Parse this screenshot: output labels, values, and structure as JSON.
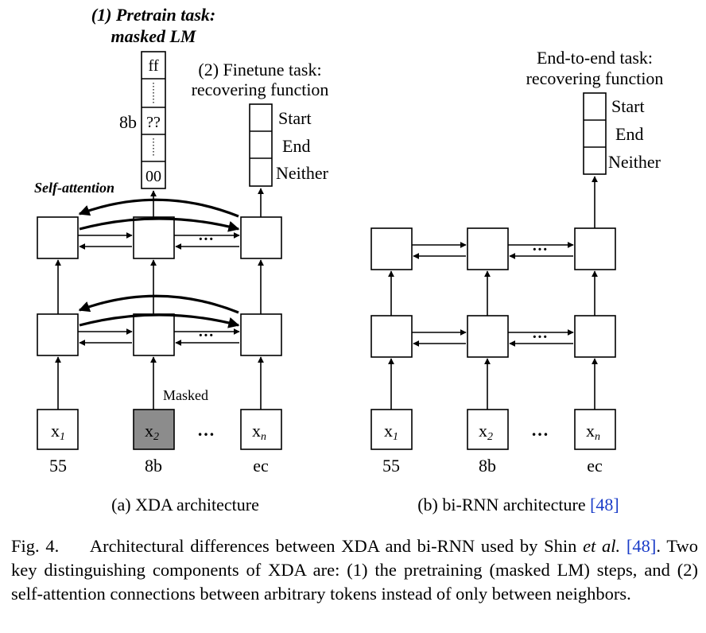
{
  "figure": {
    "panel_a": {
      "pretrain_title_line1": "(1) Pretrain task:",
      "pretrain_title_line2": "masked LM",
      "output_cells": [
        "ff",
        "??",
        "00"
      ],
      "byte_label": "8b",
      "finetune_line1": "(2) Finetune task:",
      "finetune_line2": "recovering function",
      "classes": [
        "Start",
        "End",
        "Neither"
      ],
      "self_attention_label": "Self-attention",
      "masked_label": "Masked",
      "inputs": [
        "x",
        "x",
        "x"
      ],
      "input_subscripts": [
        "1",
        "2",
        "n"
      ],
      "input_ellipsis": "…",
      "byte_values": [
        "55",
        "8b",
        "ec"
      ],
      "subcaption": "(a) XDA architecture",
      "masked_fill_color": "#8c8c8c"
    },
    "panel_b": {
      "title_line1": "End-to-end task:",
      "title_line2": "recovering function",
      "classes": [
        "Start",
        "End",
        "Neither"
      ],
      "inputs": [
        "x",
        "x",
        "x"
      ],
      "input_subscripts": [
        "1",
        "2",
        "n"
      ],
      "input_ellipsis": "…",
      "byte_values": [
        "55",
        "8b",
        "ec"
      ],
      "subcaption_text": "(b) bi-RNN architecture ",
      "subcaption_ref": "[48]"
    }
  },
  "caption": {
    "label": "Fig. 4.",
    "text1": "Architectural differences between XDA and bi-RNN used by Shin ",
    "italic": "et al.",
    "space": " ",
    "ref": "[48]",
    "text2": ". Two key distinguishing components of XDA are: (1) the pretraining (masked LM) steps, and (2) self-attention connections between arbitrary tokens instead of only between neighbors.",
    "ref_color": "#1a3cc8"
  }
}
